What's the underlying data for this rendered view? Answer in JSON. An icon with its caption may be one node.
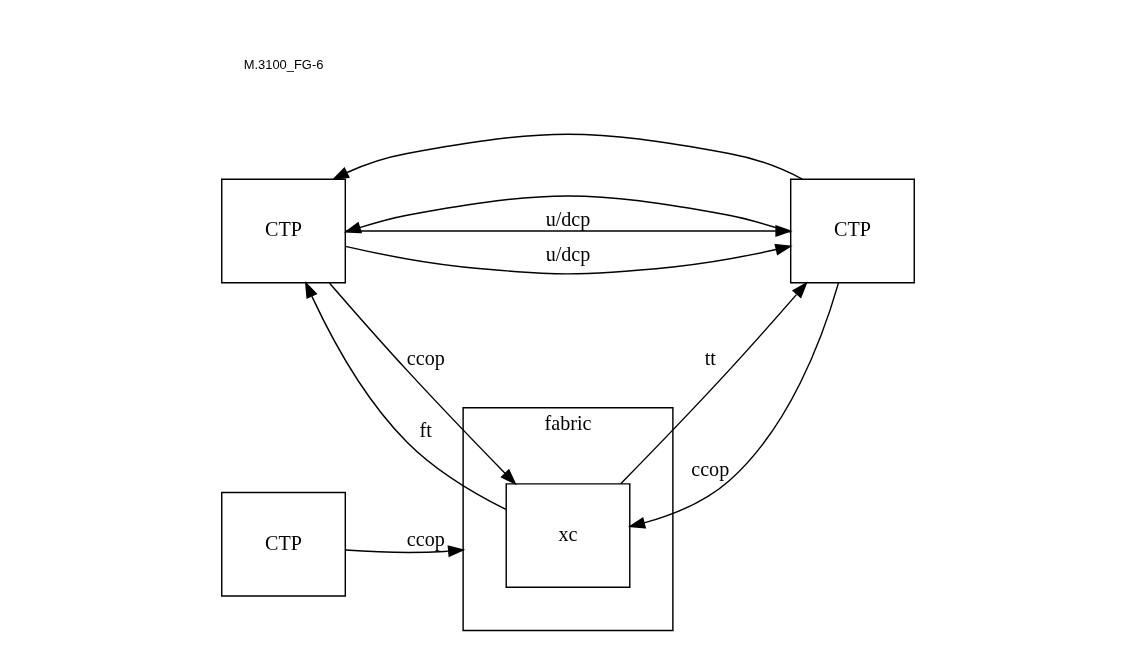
{
  "diagram": {
    "nodes": [
      {
        "text": [
          "CTP"
        ]
      },
      {
        "text": [
          "fabric"
        ]
      },
      {
        "text": [
          "xc"
        ],
        "in": 1
      },
      {
        "text": [
          "CTP"
        ]
      },
      {
        "text": [
          "CTP"
        ]
      }
    ],
    "edges": [
      {
        "from": 0,
        "to": 3,
        "arrow": "to",
        "label": "u/dcp"
      },
      {
        "from": 3,
        "to": 0,
        "arrow": "to"
      },
      {
        "from": 3,
        "to": 0,
        "arrow": "to"
      },
      {
        "from": 0,
        "to": 3,
        "arrow": "to",
        "label": "u/dcp"
      },
      {
        "from": 0,
        "to": 2,
        "arrow": "to",
        "label": "ccop"
      },
      {
        "from": 2,
        "to": 0,
        "arrow": "to",
        "label": "ft"
      },
      {
        "from": 3,
        "to": 2,
        "arrow": "to",
        "label": "ccop"
      },
      {
        "from": 2,
        "to": 3,
        "arrow": "to",
        "label": "tt"
      },
      {
        "from": 4,
        "to": 1,
        "arrow": "to",
        "label": "ccop"
      }
    ],
    "labels": [
      "M.3100_FG-6"
    ]
  }
}
